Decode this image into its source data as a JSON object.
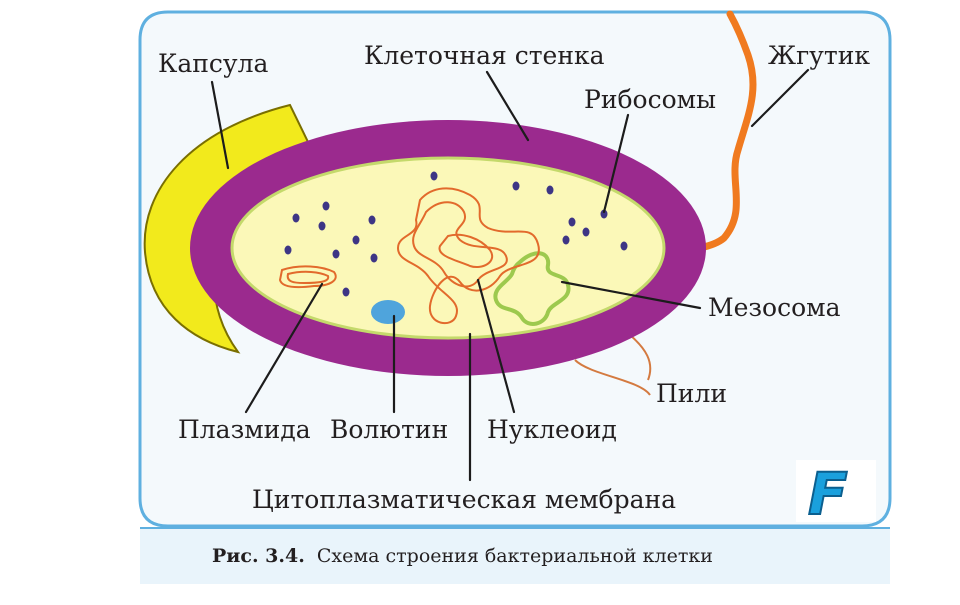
{
  "labels": {
    "capsule": "Капсула",
    "cell_wall": "Клеточная стенка",
    "flagellum": "Жгутик",
    "ribosomes": "Рибосомы",
    "mesosome": "Мезосома",
    "pili": "Пили",
    "plasmid": "Плазмида",
    "volutin": "Волютин",
    "nucleoid": "Нуклеоид",
    "membrane": "Цитоплазматическая мембрана"
  },
  "caption": {
    "number": "Рис. 3.4.",
    "text": "Схема строения бактериальной клетки"
  },
  "logo": {
    "letter": "F"
  },
  "colors": {
    "frame_border": "#5fb0e0",
    "frame_fill": "#f4f9fc",
    "capsule": "#f2ea1c",
    "cell_wall": "#9b2a8e",
    "cytoplasm": "#fbf8b8",
    "membrane": "#c4d96b",
    "ribosome": "#3d3585",
    "nucleoid": "#e26a2c",
    "mesosome": "#9dc94e",
    "volutin": "#4fa4dc",
    "flagellum": "#f07a1f",
    "logo": "#1aa0dd"
  }
}
